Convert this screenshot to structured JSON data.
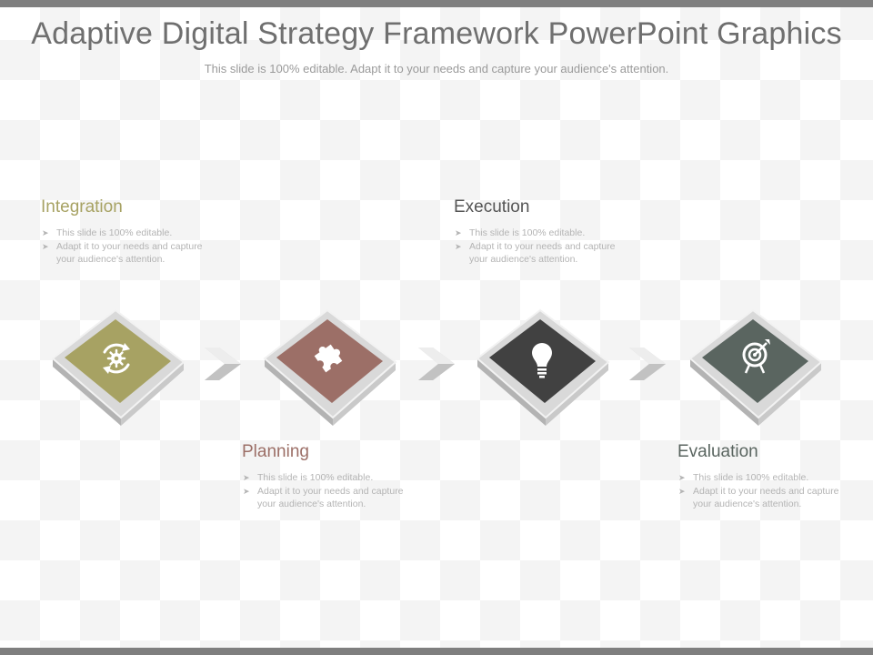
{
  "header": {
    "title": "Adaptive Digital Strategy Framework PowerPoint Graphics",
    "subtitle": "This slide is 100% editable. Adapt it to your needs and capture your audience's attention."
  },
  "steps": [
    {
      "heading": "Integration",
      "color": "#a7a263",
      "icon": "cycle-gear-icon",
      "bullets": [
        "This slide is 100% editable.",
        "Adapt it to your needs and capture your audience's attention."
      ]
    },
    {
      "heading": "Planning",
      "color": "#9c6f67",
      "icon": "puzzle-piece-icon",
      "bullets": [
        "This slide is 100% editable.",
        "Adapt it to your needs and capture your audience's attention."
      ]
    },
    {
      "heading": "Execution",
      "color": "#414141",
      "icon": "lightbulb-icon",
      "bullets": [
        "This slide is 100% editable.",
        "Adapt it to your needs and capture your audience's attention."
      ]
    },
    {
      "heading": "Evaluation",
      "color": "#5a6560",
      "icon": "target-icon",
      "bullets": [
        "This slide is 100% editable.",
        "Adapt it to your needs and capture your audience's attention."
      ]
    }
  ]
}
